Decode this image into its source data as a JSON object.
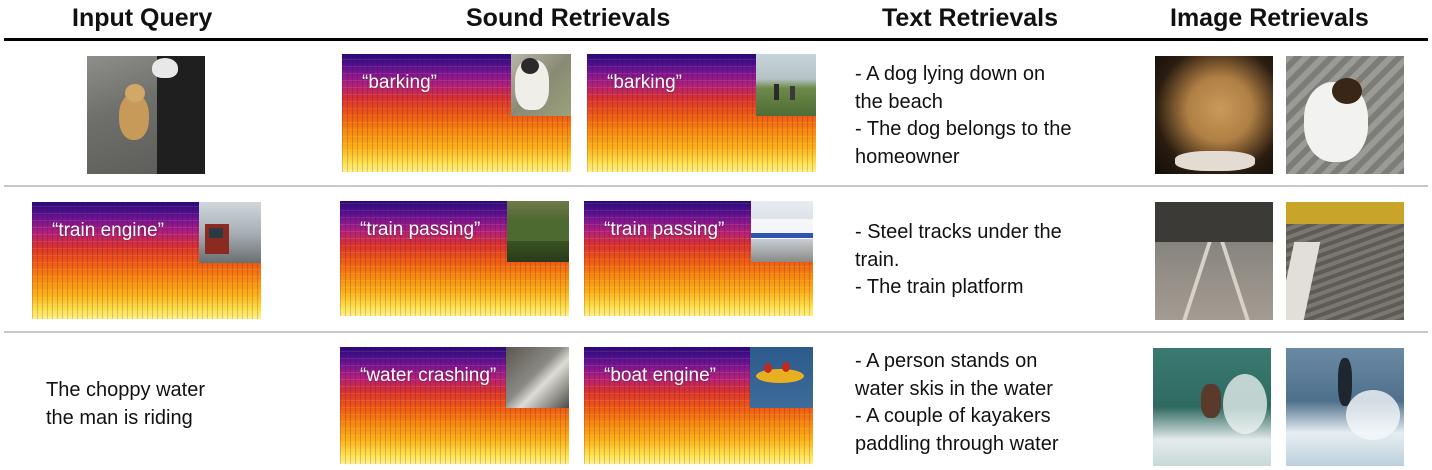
{
  "headers": {
    "input_query": "Input Query",
    "sound_retrievals": "Sound Retrievals",
    "text_retrievals": "Text Retrievals",
    "image_retrievals": "Image Retrievals"
  },
  "rows": [
    {
      "query_type": "image",
      "sounds": [
        {
          "label": "“barking”"
        },
        {
          "label": "“barking”"
        }
      ],
      "text_retrievals": [
        "- A dog lying down on",
        "the beach",
        "- The dog belongs to the",
        "homeowner"
      ]
    },
    {
      "query_type": "sound",
      "query_label": "“train engine”",
      "sounds": [
        {
          "label": "“train passing”"
        },
        {
          "label": "“train passing”"
        }
      ],
      "text_retrievals": [
        "- Steel tracks under the",
        "train.",
        "- The train platform"
      ]
    },
    {
      "query_type": "text",
      "query_text": [
        "The choppy water",
        "the man is riding"
      ],
      "sounds": [
        {
          "label": "“water crashing”"
        },
        {
          "label": "“boat engine”"
        }
      ],
      "text_retrievals": [
        "- A person stands on",
        "water skis in the water",
        "- A couple of kayakers",
        "paddling through water"
      ]
    }
  ]
}
